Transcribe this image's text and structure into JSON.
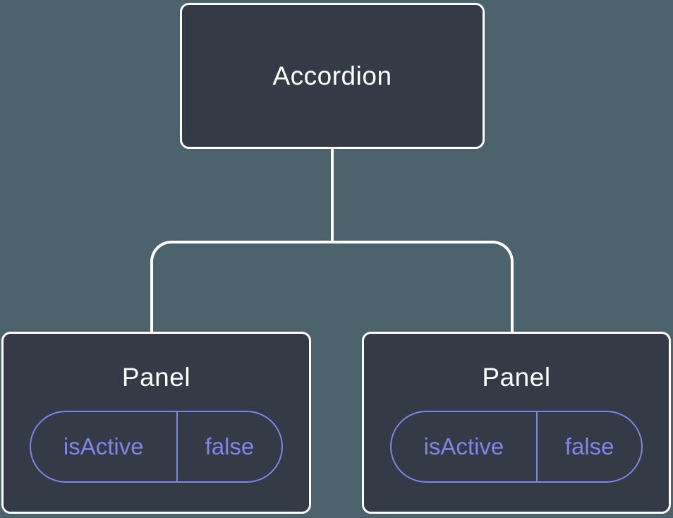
{
  "diagram": {
    "title": "component-tree",
    "root": {
      "label": "Accordion"
    },
    "children": [
      {
        "label": "Panel",
        "state": {
          "name": "isActive",
          "value": "false"
        }
      },
      {
        "label": "Panel",
        "state": {
          "name": "isActive",
          "value": "false"
        }
      }
    ],
    "colors": {
      "background": "#4C636D",
      "node_fill": "#343A46",
      "node_border": "#FFFFFF",
      "state_accent": "#7D85E6",
      "connector": "#FFFFFF"
    }
  }
}
